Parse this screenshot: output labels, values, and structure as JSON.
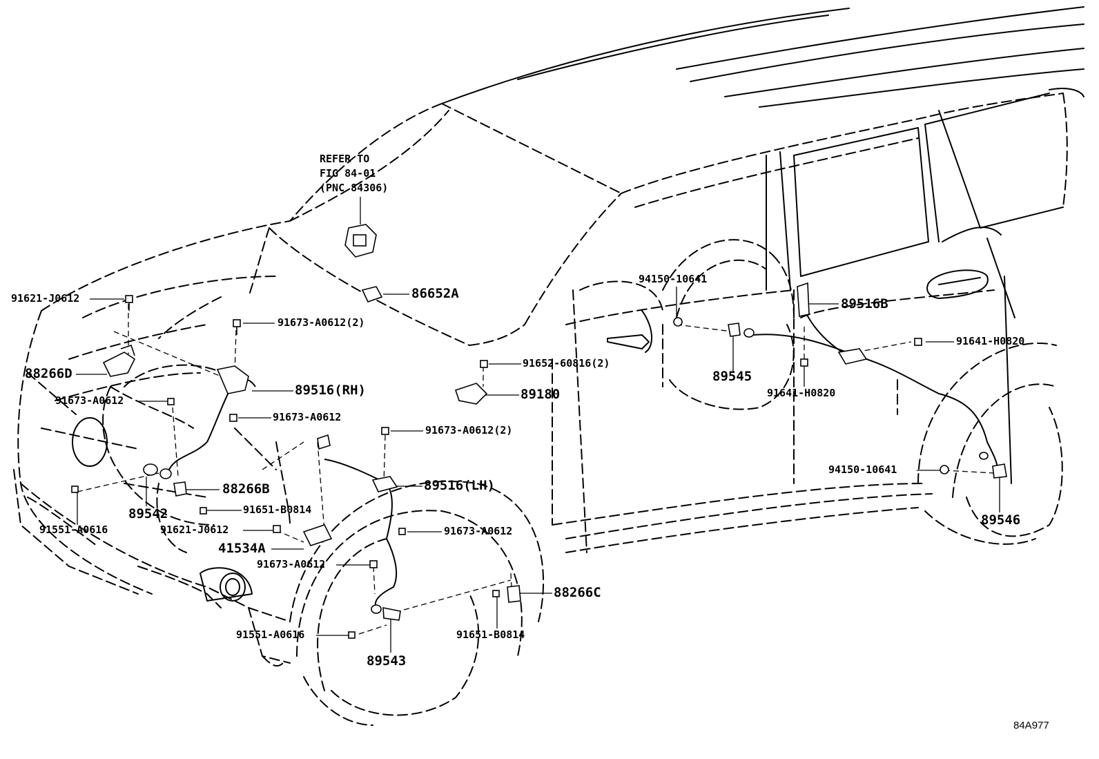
{
  "note": {
    "line1": "REFER TO",
    "line2": "FIG 84-01",
    "line3": "(PNC 84306)"
  },
  "labels": {
    "p91621_j0612_top": "91621-J0612",
    "p88266d": "88266D",
    "p91673_a0612_2_top": "91673-A0612(2)",
    "p86652a": "86652A",
    "p89516_rh": "89516(RH)",
    "p91673_a0612_left": "91673-A0612",
    "p91673_a0612_mid": "91673-A0612",
    "p91652_60816_2": "91652-60816(2)",
    "p89180": "89180",
    "p91673_a0612_2_mid": "91673-A0612(2)",
    "p88266b": "88266B",
    "p89516_lh": "89516(LH)",
    "p89542": "89542",
    "p91651_b0814_left": "91651-B0814",
    "p91551_a0616_left": "91551-A0616",
    "p91621_j0612_low": "91621-J0612",
    "p91673_a0612_wheel": "91673-A0612",
    "p41534a": "41534A",
    "p91673_a0612_low": "91673-A0612",
    "p88266c": "88266C",
    "p91551_a0616_low": "91551-A0616",
    "p91651_b0814_low": "91651-B0814",
    "p89543": "89543",
    "p94150_10641_top": "94150-10641",
    "p89545": "89545",
    "p89516b": "89516B",
    "p91641_h0820_right": "91641-H0820",
    "p91641_h0820_mid": "91641-H0820",
    "p94150_10641_low": "94150-10641",
    "p89546": "89546"
  },
  "figure_code": "84A977"
}
